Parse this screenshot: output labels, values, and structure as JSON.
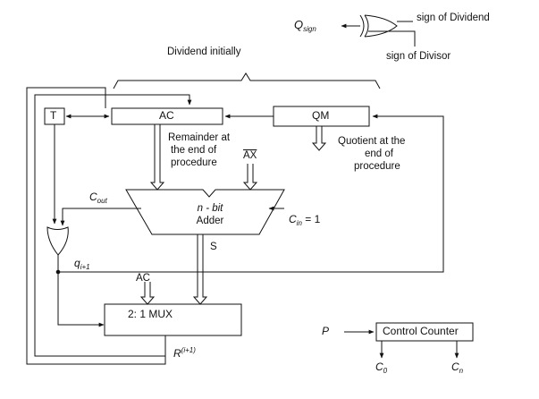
{
  "outputs": {
    "q_sign": "Q",
    "q_sign_sub": "sign",
    "sign_dividend": "sign of Dividend",
    "sign_divisor": "sign of Divisor"
  },
  "annotations": {
    "dividend_initially": "Dividend initially",
    "remainder": [
      "Remainder at",
      "the end of",
      "procedure"
    ],
    "quotient": [
      "Quotient at the",
      "end of",
      "procedure"
    ]
  },
  "blocks": {
    "t": "T",
    "ac": "AC",
    "qm": "QM",
    "adder": [
      "n - bit",
      "Adder"
    ],
    "mux": "2: 1 MUX",
    "control_counter": "Control Counter"
  },
  "signals": {
    "ax": "AX",
    "c_out": "C",
    "c_out_sub": "out",
    "c_in": "C",
    "c_in_sub": "in",
    "c_in_value": " = 1",
    "s": "S",
    "q_next": "q",
    "q_next_sub": "i+1",
    "ac_mux": "AC",
    "r_next": "R",
    "r_next_sup": "(i+1)",
    "p": "P",
    "c0": "C",
    "c0_sub": "0",
    "cn": "C",
    "cn_sub": "n"
  }
}
